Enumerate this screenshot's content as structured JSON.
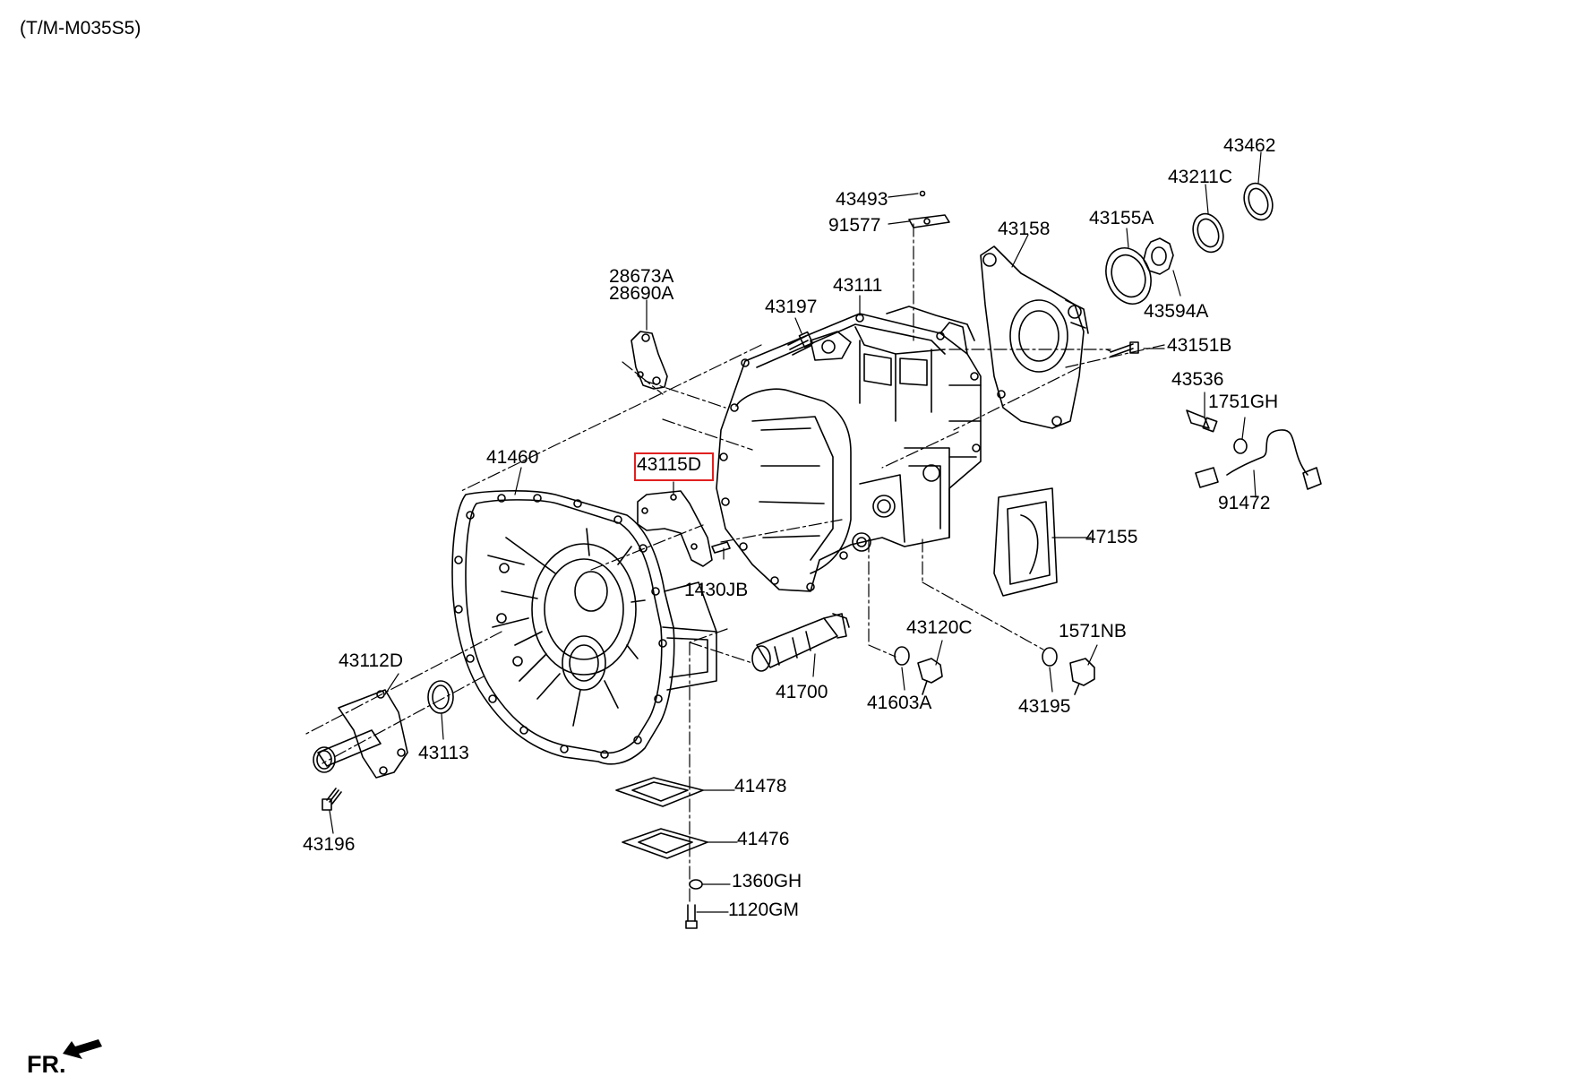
{
  "header": {
    "diagram_code": "(T/M-M035S5)"
  },
  "highlight": {
    "color": "#e02020",
    "selected_part": "43115D"
  },
  "direction_marker": {
    "text": "FR.",
    "icon": "front-arrow-icon"
  },
  "part_labels": [
    "43462",
    "43211C",
    "43493",
    "43155A",
    "91577",
    "43158",
    "28673A",
    "28690A",
    "43111",
    "43197",
    "43594A",
    "43151B",
    "43536",
    "1751GH",
    "41460",
    "43115D",
    "91472",
    "47155",
    "1430JB",
    "43120C",
    "1571NB",
    "43112D",
    "41700",
    "41603A",
    "43195",
    "43113",
    "41478",
    "43196",
    "41476",
    "1360GH",
    "1120GM"
  ]
}
